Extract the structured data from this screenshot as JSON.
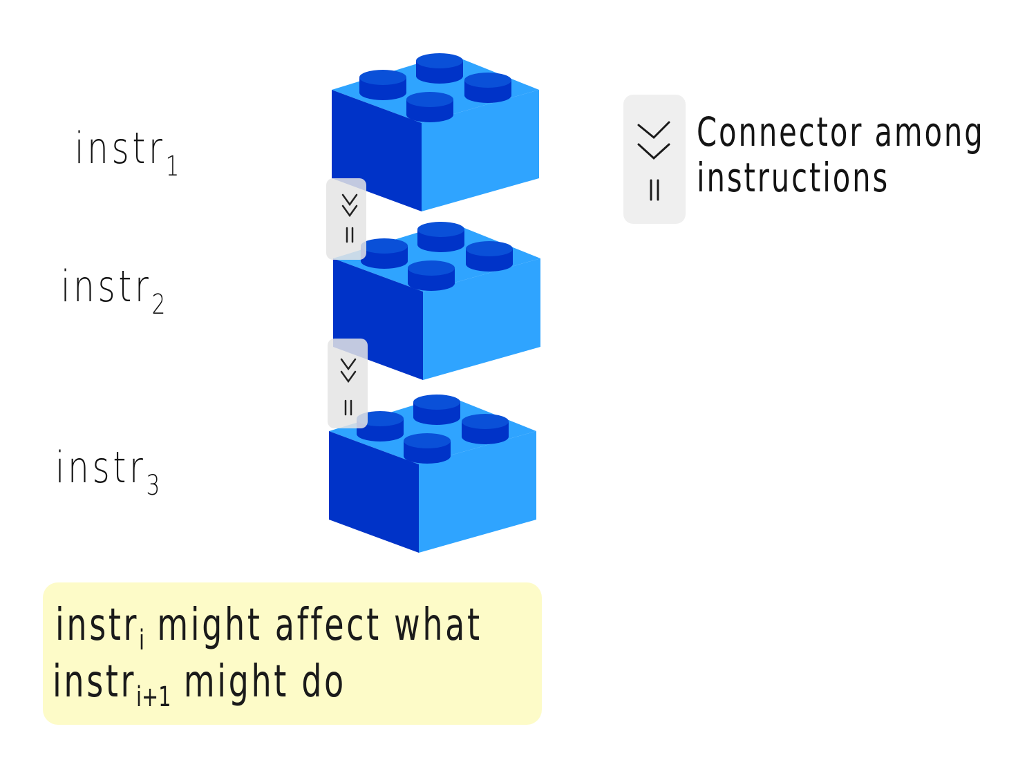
{
  "instructions": [
    {
      "label": "instr",
      "sub": "1"
    },
    {
      "label": "instr",
      "sub": "2"
    },
    {
      "label": "instr",
      "sub": "3"
    }
  ],
  "legend": {
    "line1": "Connector among",
    "line2": "instructions",
    "symbol": "double-chevron-down-equals-icon"
  },
  "note": {
    "line1_a": "instr",
    "line1_sub": "i",
    "line1_b": " might affect what",
    "line2_a": "instr",
    "line2_sub": "i+1",
    "line2_b": " might do"
  },
  "colors": {
    "brick_top": "#2fa4ff",
    "brick_left": "#0033c8",
    "brick_right": "#2fa4ff",
    "stud_side": "#0033c8",
    "stud_top": "#0a50d8",
    "note_highlight": "#fdfbc8",
    "legend_bg": "#efefef"
  }
}
